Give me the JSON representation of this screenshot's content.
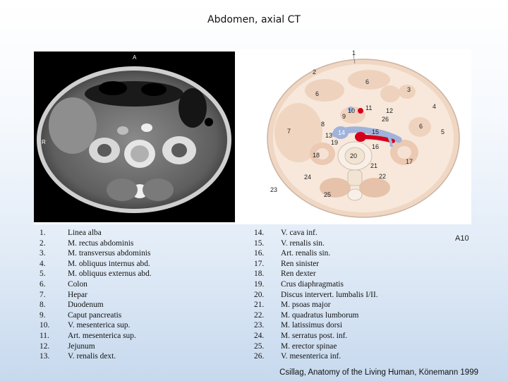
{
  "page": {
    "title": "Abdomen, axial CT"
  },
  "ct_image": {
    "orientation_top": "A",
    "orientation_left": "R"
  },
  "diagram": {
    "code": "A10",
    "labels": [
      "1",
      "2",
      "3",
      "4",
      "5",
      "6",
      "6",
      "6",
      "7",
      "8",
      "9",
      "10",
      "11",
      "12",
      "13",
      "14",
      "15",
      "16",
      "17",
      "18",
      "19",
      "20",
      "21",
      "22",
      "23",
      "24",
      "25",
      "26"
    ]
  },
  "legend_left": [
    {
      "num": "1.",
      "text": "Linea alba"
    },
    {
      "num": "2.",
      "text": "M. rectus abdominis"
    },
    {
      "num": "3.",
      "text": "M. transversus abdominis"
    },
    {
      "num": "4.",
      "text": "M. obliquus internus abd."
    },
    {
      "num": "5.",
      "text": "M. obliquus externus abd."
    },
    {
      "num": "6.",
      "text": "Colon"
    },
    {
      "num": "7.",
      "text": "Hepar"
    },
    {
      "num": "8.",
      "text": "Duodenum"
    },
    {
      "num": "9.",
      "text": "Caput pancreatis"
    },
    {
      "num": "10.",
      "text": "V. mesenterica sup."
    },
    {
      "num": "11.",
      "text": "Art. mesenterica sup."
    },
    {
      "num": "12.",
      "text": "Jejunum"
    },
    {
      "num": "13.",
      "text": "V. renalis dext."
    }
  ],
  "legend_right": [
    {
      "num": "14.",
      "text": "V. cava inf."
    },
    {
      "num": "15.",
      "text": "V. renalis sin."
    },
    {
      "num": "16.",
      "text": "Art. renalis sin."
    },
    {
      "num": "17.",
      "text": "Ren sinister"
    },
    {
      "num": "18.",
      "text": "Ren dexter"
    },
    {
      "num": "19.",
      "text": "Crus diaphragmatis"
    },
    {
      "num": "20.",
      "text": "Discus intervert. lumbalis I/II."
    },
    {
      "num": "21.",
      "text": "M. psoas major"
    },
    {
      "num": "22.",
      "text": "M. quadratus lumborum"
    },
    {
      "num": "23.",
      "text": "M. latissimus dorsi"
    },
    {
      "num": "24.",
      "text": "M. serratus post. inf."
    },
    {
      "num": "25.",
      "text": "M. erector spinae"
    },
    {
      "num": "26.",
      "text": "V. mesenterica inf."
    }
  ],
  "credit": "Csillag, Anatomy of the Living Human, Könemann 1999"
}
